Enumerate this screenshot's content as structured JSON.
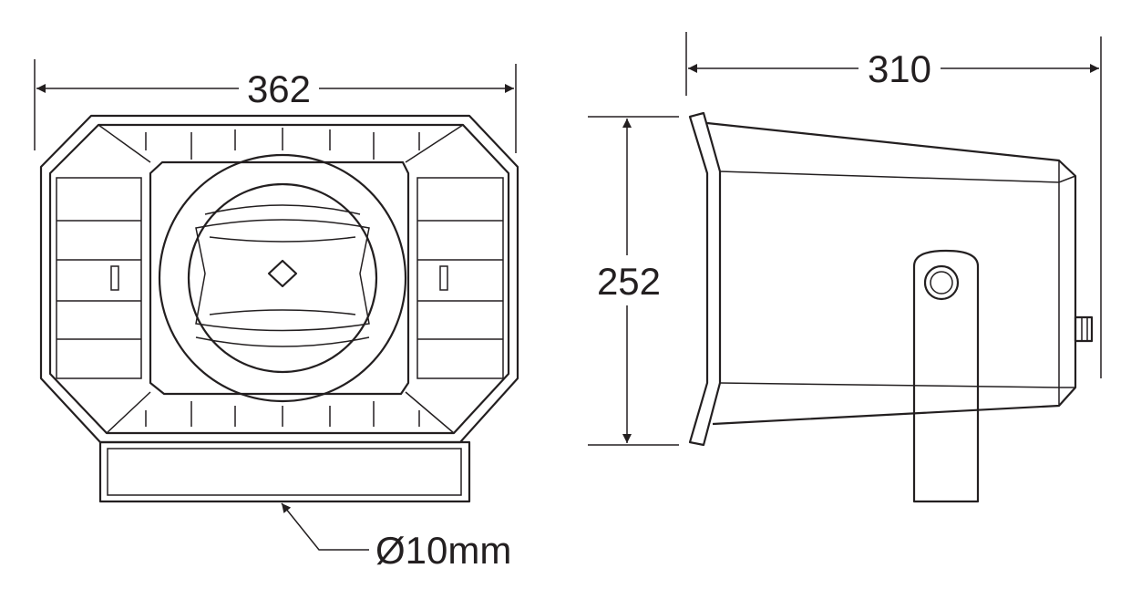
{
  "dimensions": {
    "width_label": "362",
    "depth_label": "310",
    "height_label": "252",
    "hole_label": "Ø10mm"
  },
  "colors": {
    "line": "#231f20",
    "background": "#ffffff"
  }
}
